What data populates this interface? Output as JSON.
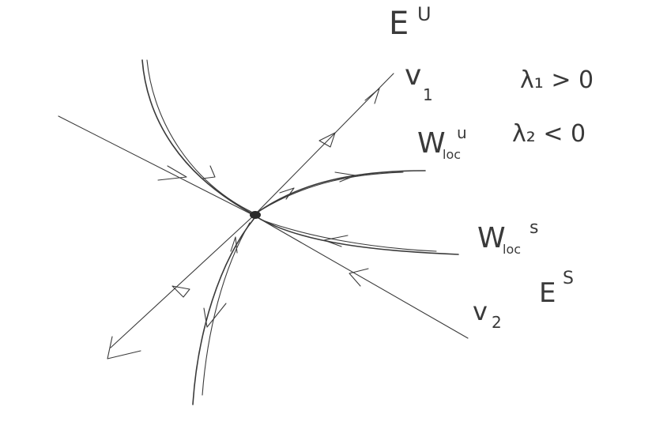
{
  "labels": {
    "eu": "E",
    "eu_sup": "U",
    "v1": "v",
    "v1_sub": "1",
    "lambda1": "λ₁ > 0",
    "lambda2": "λ₂ < 0",
    "wu": "W",
    "wu_sub": "loc",
    "wu_sup": "u",
    "ws": "W",
    "ws_sub": "loc",
    "ws_sup": "s",
    "es": "E",
    "es_sup": "S",
    "v2": "v",
    "v2_sub": "2"
  },
  "colors": {
    "ink": "#3a3a3a",
    "background": "#ffffff"
  }
}
